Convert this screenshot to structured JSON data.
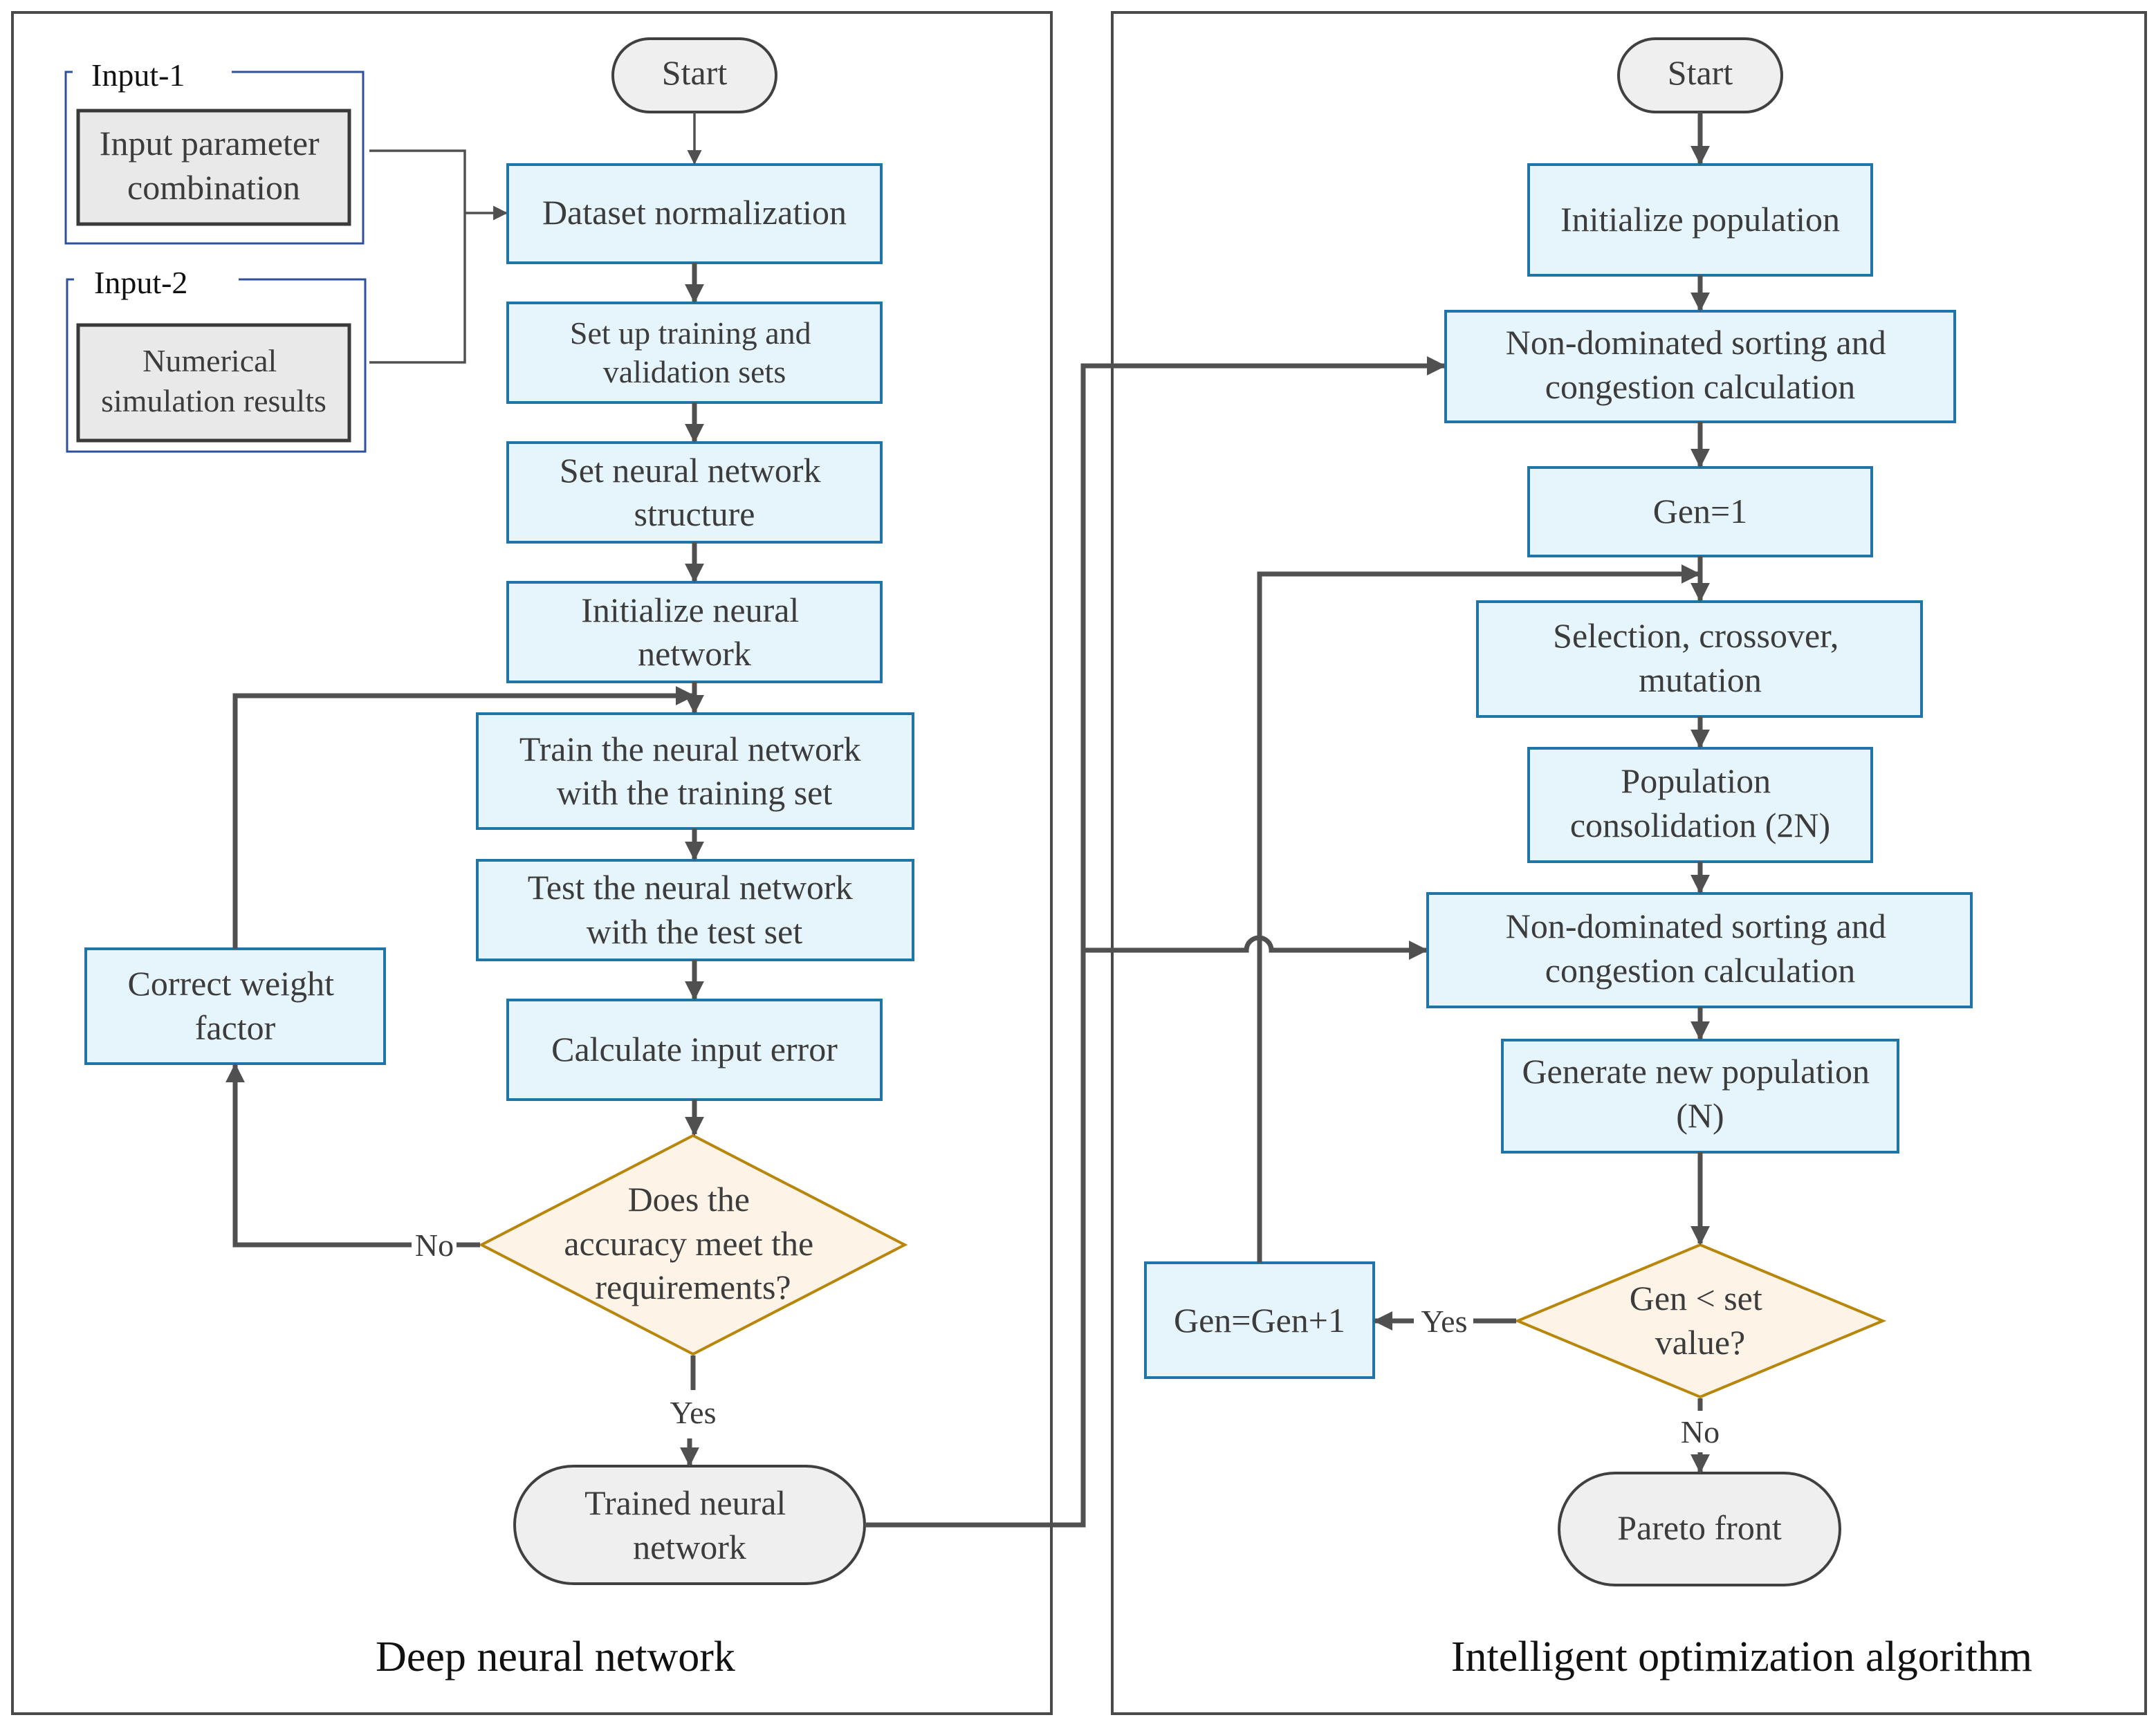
{
  "left_panel": {
    "title": "Deep neural network",
    "input1": {
      "label": "Input-1",
      "text": [
        "Input parameter",
        "combination"
      ]
    },
    "input2": {
      "label": "Input-2",
      "text": [
        "Numerical",
        "simulation results"
      ]
    },
    "start": "Start",
    "steps": {
      "normalize": [
        "Dataset normalization"
      ],
      "split": [
        "Set up training and",
        "validation sets"
      ],
      "structure": [
        "Set neural network",
        "structure"
      ],
      "init": [
        "Initialize neural",
        "network"
      ],
      "train": [
        "Train the neural network",
        "with the training set"
      ],
      "test": [
        "Test the neural network",
        "with the test set"
      ],
      "error": [
        "Calculate input error"
      ],
      "correct": [
        "Correct weight",
        "factor"
      ]
    },
    "decision": [
      "Does the",
      "accuracy meet the",
      "requirements?"
    ],
    "no_label": "No",
    "yes_label": "Yes",
    "end": [
      "Trained neural",
      "network"
    ]
  },
  "right_panel": {
    "title": "Intelligent optimization algorithm",
    "start": "Start",
    "steps": {
      "init_pop": [
        "Initialize population"
      ],
      "sort1": [
        "Non-dominated sorting and",
        "congestion calculation"
      ],
      "gen1": [
        "Gen=1"
      ],
      "select": [
        "Selection, crossover,",
        "mutation"
      ],
      "consolidate": [
        "Population",
        "consolidation (2N)"
      ],
      "sort2": [
        "Non-dominated sorting and",
        "congestion calculation"
      ],
      "newpop": [
        "Generate new population",
        "(N)"
      ],
      "increment": [
        "Gen=Gen+1"
      ]
    },
    "decision": [
      "Gen < set",
      "value?"
    ],
    "yes_label": "Yes",
    "no_label": "No",
    "end": [
      "Pareto front"
    ]
  }
}
